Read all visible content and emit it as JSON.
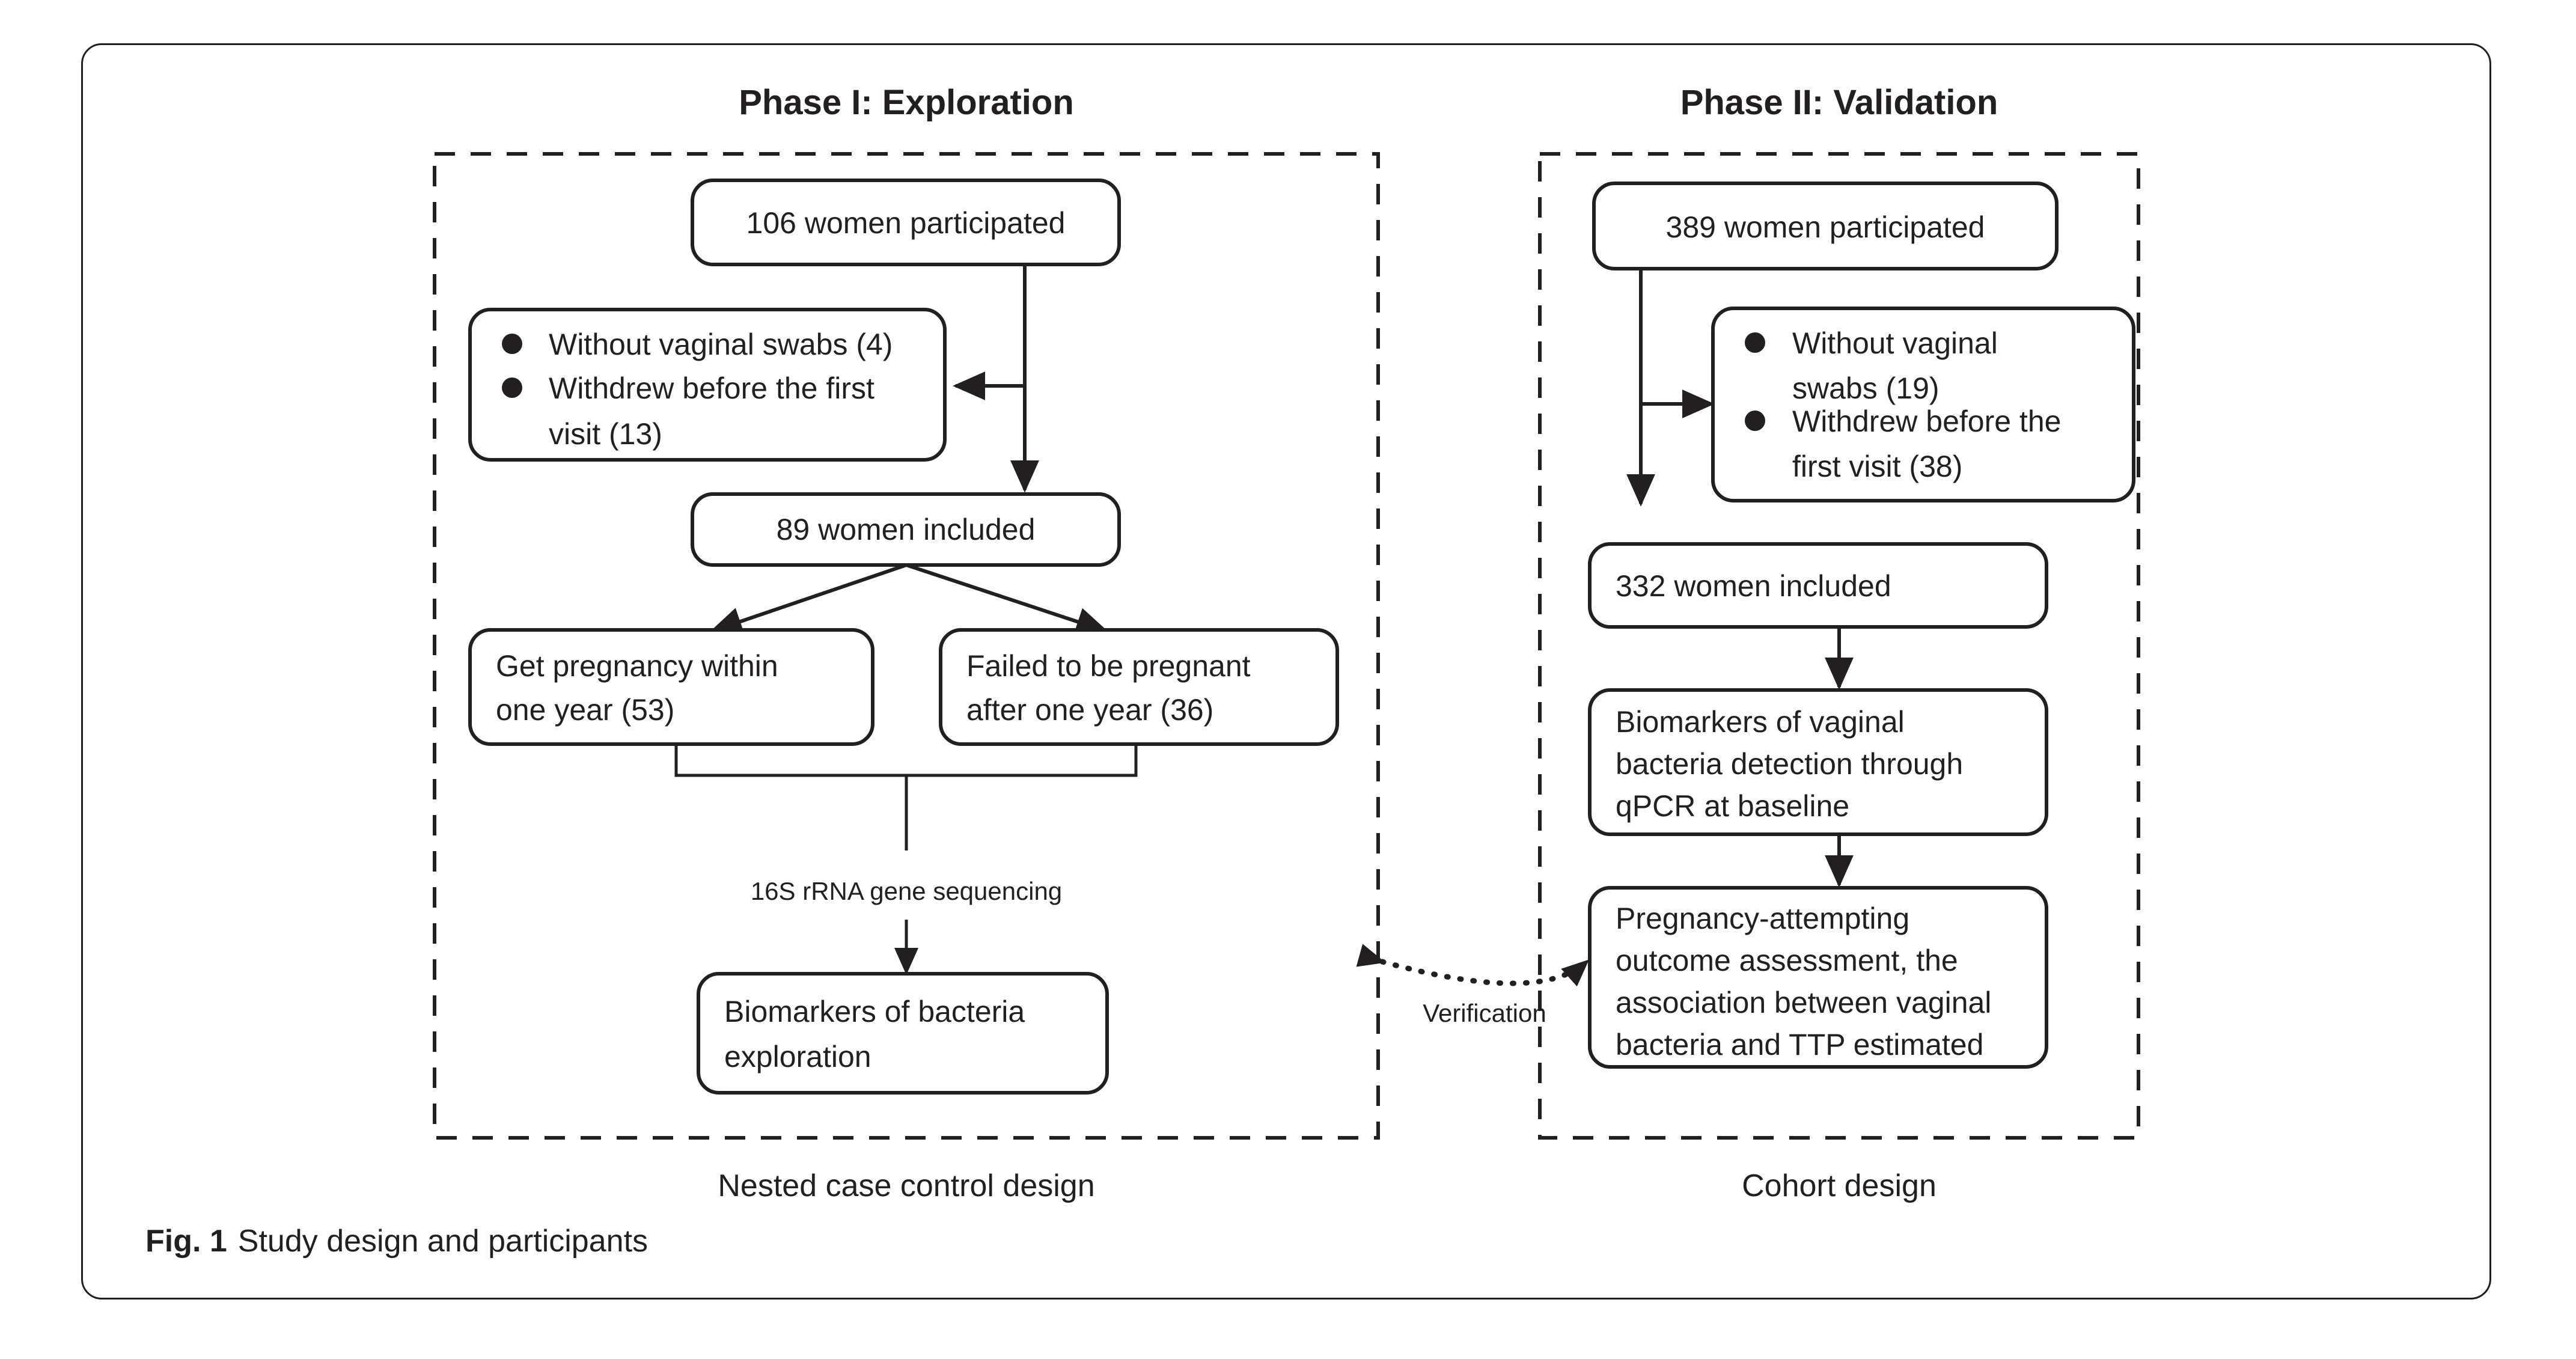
{
  "figure": {
    "label": "Fig. 1",
    "caption": "Study design and participants"
  },
  "phases": [
    {
      "id": "phase-1",
      "title": "Phase I: Exploration",
      "design_caption": "Nested case control design",
      "nodes": [
        {
          "id": "participated",
          "lines": [
            "106 women participated"
          ]
        },
        {
          "id": "excluded",
          "bullets": [
            "Without vaginal swabs (4)",
            "Withdrew before the first",
            "visit (13)"
          ]
        },
        {
          "id": "included",
          "lines": [
            "89 women included"
          ]
        },
        {
          "id": "pregnant",
          "lines": [
            "Get pregnancy within",
            "one year (53)"
          ]
        },
        {
          "id": "not-pregnant",
          "lines": [
            "Failed to be pregnant",
            "after one year (36)"
          ]
        },
        {
          "id": "biomarkers",
          "lines": [
            "Biomarkers of bacteria",
            "exploration"
          ]
        }
      ],
      "edge_labels": [
        "16S rRNA gene sequencing"
      ]
    },
    {
      "id": "phase-2",
      "title": "Phase II: Validation",
      "design_caption": "Cohort design",
      "nodes": [
        {
          "id": "participated",
          "lines": [
            "389 women participated"
          ]
        },
        {
          "id": "excluded",
          "bullets": [
            "Without vaginal",
            "swabs (19)",
            "Withdrew before the",
            "first visit (38)"
          ]
        },
        {
          "id": "included",
          "lines": [
            "332 women included"
          ]
        },
        {
          "id": "qpcr",
          "lines": [
            "Biomarkers of vaginal",
            "bacteria detection through",
            "qPCR at baseline"
          ]
        },
        {
          "id": "outcome",
          "lines": [
            "Pregnancy-attempting",
            "outcome assessment, the",
            "association between vaginal",
            "bacteria and TTP estimated"
          ]
        }
      ],
      "edge_labels": []
    }
  ],
  "cross_link": {
    "label": "Verification"
  },
  "colors": {
    "ink": "#231f20",
    "paper": "#ffffff"
  },
  "text": {
    "p1_title": "Phase I: Exploration",
    "p1_participated": "106 women participated",
    "p1_excl_1": "Without vaginal swabs (4)",
    "p1_excl_2a": "Withdrew before the first",
    "p1_excl_2b": "visit (13)",
    "p1_included": "89 women included",
    "p1_left_a": "Get pregnancy within",
    "p1_left_b": "one year (53)",
    "p1_right_a": "Failed to be pregnant",
    "p1_right_b": "after one year (36)",
    "p1_seq_label": "16S rRNA gene sequencing",
    "p1_biomarkers_a": "Biomarkers of bacteria",
    "p1_biomarkers_b": "exploration",
    "p1_design": "Nested case control design",
    "p2_title": "Phase II: Validation",
    "p2_participated": "389 women participated",
    "p2_excl_1a": "Without vaginal",
    "p2_excl_1b": "swabs (19)",
    "p2_excl_2a": "Withdrew before the",
    "p2_excl_2b": "first visit (38)",
    "p2_included": "332 women included",
    "p2_qpcr_a": "Biomarkers of vaginal",
    "p2_qpcr_b": "bacteria detection through",
    "p2_qpcr_c": "qPCR at baseline",
    "p2_outcome_a": "Pregnancy-attempting",
    "p2_outcome_b": "outcome assessment, the",
    "p2_outcome_c": "association between vaginal",
    "p2_outcome_d": "bacteria and TTP estimated",
    "p2_design": "Cohort design",
    "verification": "Verification",
    "fig_label": "Fig. 1",
    "fig_caption": "Study design and participants"
  }
}
